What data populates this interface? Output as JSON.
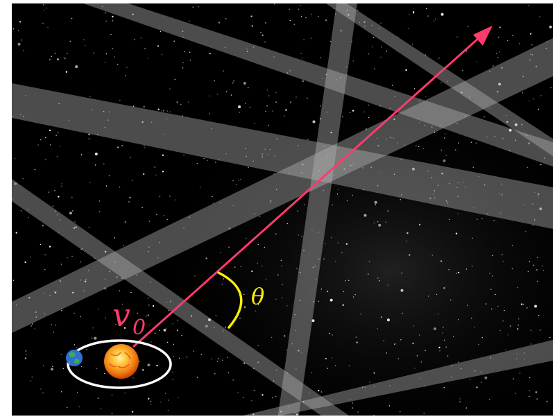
{
  "labels": {
    "velocity": "v",
    "velocity_subscript": "0",
    "angle": "θ"
  },
  "colors": {
    "background": "#000000",
    "frame": "#ffffff",
    "stars": "#ffffff",
    "beams": "#b4b4b4",
    "arrow": "#ff3b6b",
    "angle_arc": "#ffee00",
    "orbit": "#ffffff",
    "sun_core": "#ffcc33",
    "sun_edge": "#e05a00",
    "earth_ocean": "#2f6fd6",
    "earth_land": "#3fae4a"
  },
  "icons": {
    "sun": "sun-icon",
    "earth": "earth-icon"
  }
}
